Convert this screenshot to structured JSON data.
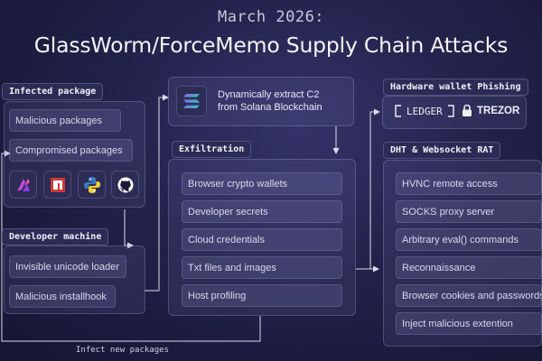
{
  "header": {
    "subtitle": "March 2026:",
    "title": "GlassWorm/ForceMemo Supply Chain Attacks"
  },
  "infected_package": {
    "label": "Infected package",
    "items": [
      "Malicious packages",
      "Compromised packages"
    ],
    "logos": [
      "brand-a-icon",
      "npm-icon",
      "python-icon",
      "github-icon"
    ]
  },
  "developer_machine": {
    "label": "Developer machine",
    "items": [
      "Invisible unicode loader",
      "Malicious installhook"
    ]
  },
  "c2": {
    "line1": "Dynamically extract C2",
    "line2": "from Solana Blockchain",
    "icon": "solana-icon"
  },
  "exfiltration": {
    "label": "Exfiltration",
    "items": [
      "Browser crypto wallets",
      "Developer secrets",
      "Cloud credentials",
      "Txt files and images",
      "Host profiling"
    ]
  },
  "hardware_wallet": {
    "label": "Hardware wallet Phishing",
    "brands": [
      "LEDGER",
      "TREZOR"
    ]
  },
  "dht_rat": {
    "label": "DHT & Websocket RAT",
    "items": [
      "HVNC remote access",
      "SOCKS proxy server",
      "Arbitrary eval() commands",
      "Reconnaissance",
      "Browser cookies and passwords",
      "Inject malicious extention"
    ]
  },
  "loop_caption": "Infect new packages",
  "colors": {
    "background": "#222149",
    "panel": "#3a3a6a",
    "line": "#d8d8e8"
  }
}
